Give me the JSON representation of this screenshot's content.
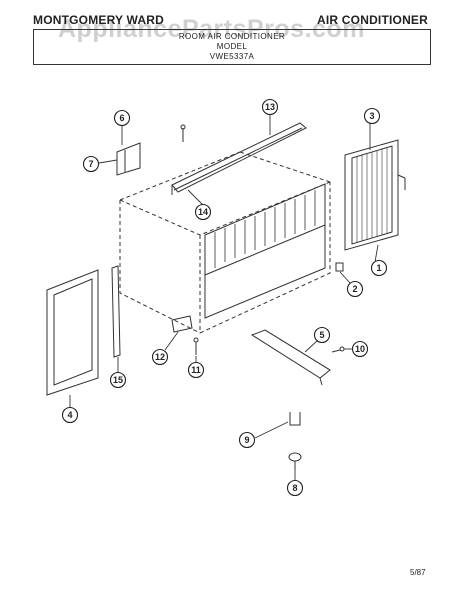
{
  "header": {
    "brand": "MONTGOMERY WARD",
    "product": "AIR CONDITIONER"
  },
  "title_box": {
    "line1": "ROOM AIR CONDITIONER",
    "line2": "MODEL",
    "line3": "VWE5337A"
  },
  "watermark": "AppliancePartsPros.com",
  "footer": {
    "date_code": "5/87"
  },
  "callouts": [
    {
      "id": "callout-1",
      "label": "1"
    },
    {
      "id": "callout-2",
      "label": "2"
    },
    {
      "id": "callout-3",
      "label": "3"
    },
    {
      "id": "callout-4",
      "label": "4"
    },
    {
      "id": "callout-5",
      "label": "5"
    },
    {
      "id": "callout-6",
      "label": "6"
    },
    {
      "id": "callout-7",
      "label": "7"
    },
    {
      "id": "callout-8",
      "label": "8"
    },
    {
      "id": "callout-9",
      "label": "9"
    },
    {
      "id": "callout-10",
      "label": "10"
    },
    {
      "id": "callout-11",
      "label": "11"
    },
    {
      "id": "callout-12",
      "label": "12"
    },
    {
      "id": "callout-13",
      "label": "13"
    },
    {
      "id": "callout-14",
      "label": "14"
    },
    {
      "id": "callout-15",
      "label": "15"
    }
  ]
}
